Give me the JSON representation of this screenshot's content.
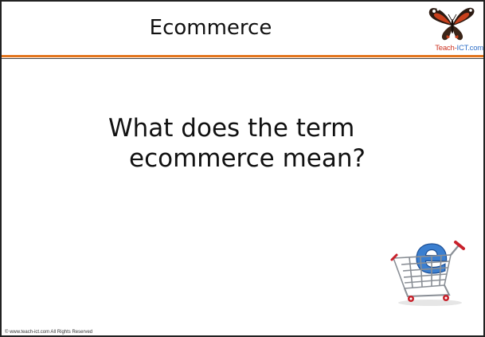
{
  "slide": {
    "title": "Ecommerce",
    "question_line1": "What does the term",
    "question_line2": "ecommerce mean?",
    "footer": "© www.teach-ict.com   All Rights Reserved"
  },
  "logo": {
    "text_part1": "Teach-",
    "text_part2": "ICT",
    "text_part3": ".com",
    "icon": "butterfly-icon"
  },
  "illustration": {
    "icon": "shopping-cart-icon",
    "letter": "e"
  },
  "colors": {
    "divider_orange": "#e2741c",
    "logo_red": "#cc3322",
    "logo_blue": "#2e6fc7",
    "cart_e_blue": "#3b7fd0"
  }
}
